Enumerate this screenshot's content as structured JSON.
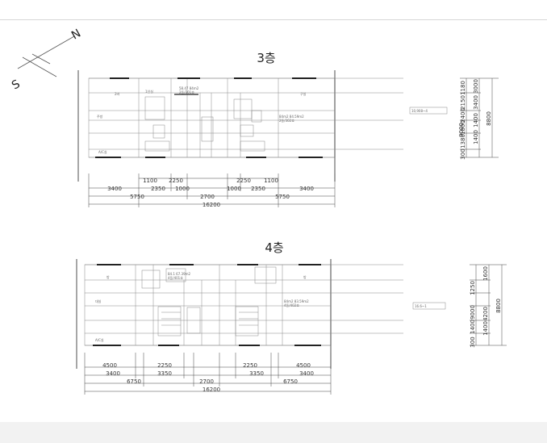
{
  "compass": {
    "north": "N",
    "south": "S"
  },
  "floors": [
    {
      "title": "3층",
      "room_labels": [
        "2바",
        "58.47 84m2",
        "2동/301호",
        "주방",
        "1인실",
        "84m2 84.59m2",
        "2동/302호",
        "A/C실",
        "구실"
      ],
      "side_note": "10,908~4",
      "dims": {
        "d1": [
          "1100",
          "2250",
          "2250",
          "1100"
        ],
        "d2": [
          "3400",
          "2350",
          "1000",
          "1000",
          "2350",
          "3400"
        ],
        "d3": [
          "5750",
          "2700",
          "5750"
        ],
        "total": "16200",
        "right_col1": [
          "1180",
          "2150",
          "2400",
          "1800",
          "1380",
          "300"
        ],
        "right_col2": [
          "3000",
          "3400",
          "1400",
          "1400"
        ],
        "right_col3": [
          "9000"
        ],
        "right_total": "8800"
      }
    },
    {
      "title": "4층",
      "room_labels": [
        "방",
        "84.1 67.39m2",
        "4동/401호",
        "대실",
        "84m2 83.59m2",
        "4동/402호",
        "A/C실",
        "방"
      ],
      "side_note": "16.6~1",
      "dims": {
        "d1": [
          "4500",
          "2250",
          "2250",
          "4500"
        ],
        "d2": [
          "3400",
          "3350",
          "3350",
          "3400"
        ],
        "d3": [
          "6750",
          "2700",
          "6750"
        ],
        "total": "16200",
        "right_col1": [
          "1600",
          "1250",
          "4200",
          "1400",
          "1400",
          "300"
        ],
        "right_col2": [
          "9000"
        ],
        "right_total": "8800"
      }
    }
  ]
}
